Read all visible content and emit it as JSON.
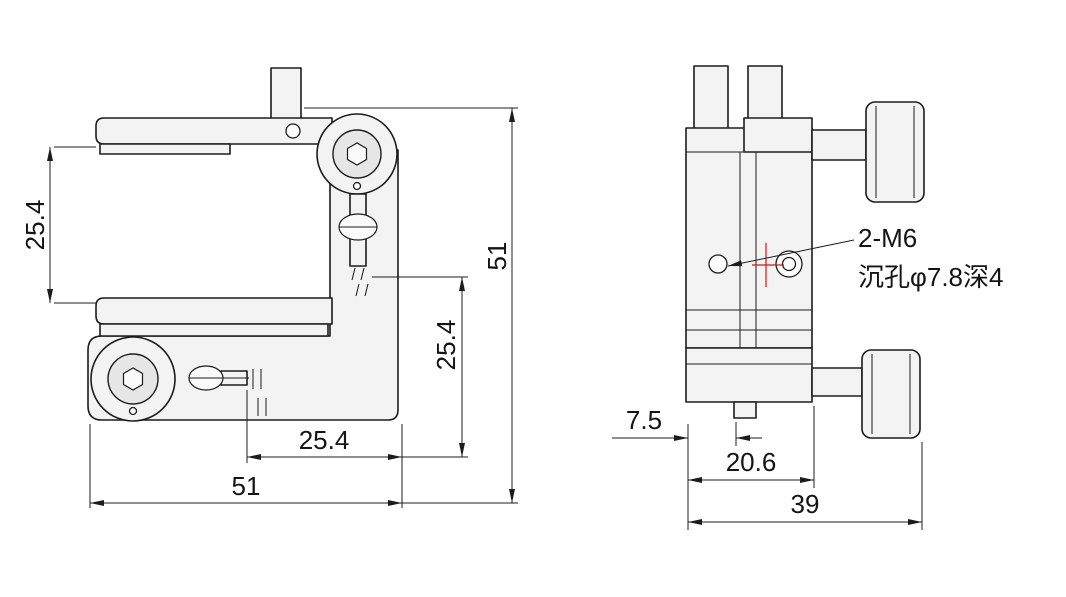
{
  "drawing": {
    "front_view": {
      "jaw_gap": "25.4",
      "overall_height": "51",
      "center_height": "25.4",
      "center_width": "25.4",
      "overall_width": "51"
    },
    "side_view": {
      "edge_offset": "7.5",
      "hole_spacing": "20.6",
      "overall_depth": "39",
      "thread_note_line1": "2-M6",
      "thread_note_line2": "沉孔φ7.8深4"
    },
    "colors": {
      "stroke": "#1c1c1c",
      "accent_red": "#e01010",
      "fill_light": "#f3f3f3",
      "fill_mid": "#e6e6e6",
      "background": "#ffffff"
    }
  }
}
